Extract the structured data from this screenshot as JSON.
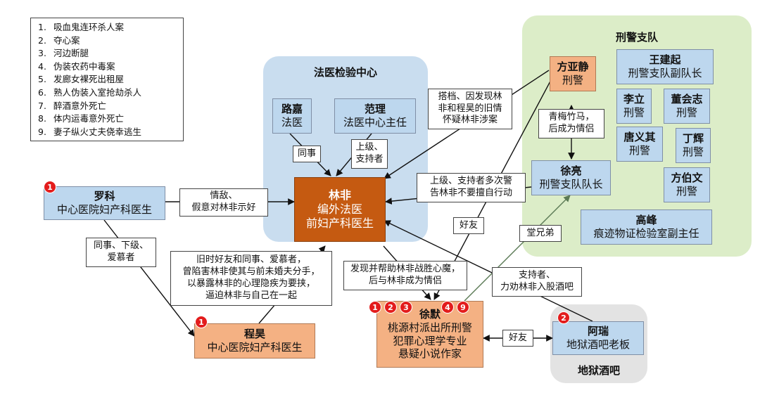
{
  "legend": [
    {
      "num": "1.",
      "text": "吸血鬼连环杀人案"
    },
    {
      "num": "2.",
      "text": "夺心案"
    },
    {
      "num": "3.",
      "text": "河边断腿"
    },
    {
      "num": "4.",
      "text": "伪装农药中毒案"
    },
    {
      "num": "5.",
      "text": "发廊女裸死出租屋"
    },
    {
      "num": "6.",
      "text": "熟人伪装入室抢劫杀人"
    },
    {
      "num": "7.",
      "text": "醉酒意外死亡"
    },
    {
      "num": "8.",
      "text": "体内运毒意外死亡"
    },
    {
      "num": "9.",
      "text": "妻子纵火丈夫侥幸逃生"
    }
  ],
  "regions": {
    "forensic": "法医检验中心",
    "police": "刑警支队",
    "bar": "地狱酒吧"
  },
  "nodes": {
    "linfei": {
      "name": "林非",
      "roles": [
        "编外法医",
        "前妇产科医生"
      ]
    },
    "lujia": {
      "name": "路嘉",
      "roles": [
        "法医"
      ]
    },
    "fanli": {
      "name": "范理",
      "roles": [
        "法医中心主任"
      ]
    },
    "luoke": {
      "name": "罗科",
      "roles": [
        "中心医院妇产科医生"
      ]
    },
    "chenghao": {
      "name": "程昊",
      "roles": [
        "中心医院妇产科医生"
      ]
    },
    "xumo": {
      "name": "徐默",
      "roles": [
        "桃源村派出所刑警",
        "犯罪心理学专业",
        "悬疑小说作家"
      ]
    },
    "arui": {
      "name": "阿瑞",
      "roles": [
        "地狱酒吧老板"
      ]
    },
    "fangyajing": {
      "name": "方亚静",
      "roles": [
        "刑警"
      ]
    },
    "xuliang": {
      "name": "徐亮",
      "roles": [
        "刑警支队队长"
      ]
    },
    "wangjianqi": {
      "name": "王建起",
      "roles": [
        "刑警支队副队长"
      ]
    },
    "lili": {
      "name": "李立",
      "roles": [
        "刑警"
      ]
    },
    "donghuizhi": {
      "name": "董会志",
      "roles": [
        "刑警"
      ]
    },
    "tangyiqi": {
      "name": "唐义其",
      "roles": [
        "刑警"
      ]
    },
    "dinghui": {
      "name": "丁辉",
      "roles": [
        "刑警"
      ]
    },
    "fangbowen": {
      "name": "方伯文",
      "roles": [
        "刑警"
      ]
    },
    "gaofeng": {
      "name": "高峰",
      "roles": [
        "痕迹物证检验室副主任"
      ]
    }
  },
  "badges": {
    "luoke": [
      "1"
    ],
    "chenghao": [
      "1"
    ],
    "arui": [
      "2"
    ],
    "xumo_left": [
      "1",
      "2",
      "3"
    ],
    "xumo_right": [
      "4",
      "9"
    ]
  },
  "relations": {
    "lujia_linfei": [
      "同事"
    ],
    "fanli_linfei": [
      "上级、",
      "支持者"
    ],
    "luoke_linfei": [
      "情敌、",
      "假意对林非示好"
    ],
    "luoke_chenghao": [
      "同事、下级、",
      "爱慕者"
    ],
    "chenghao_linfei": [
      "旧时好友和同事、爱慕者，",
      "曾陷害林非使其与前未婚夫分手，",
      "以暴露林非的心理隐疾为要挟，",
      "逼迫林非与自己在一起"
    ],
    "fangyajing_linfei": [
      "搭档、因发现林",
      "非和程昊的旧情",
      "怀疑林非涉案"
    ],
    "fangyajing_xuliang": [
      "青梅竹马，",
      "后成为情侣"
    ],
    "xuliang_linfei": [
      "上级、支持者多次警",
      "告林非不要擅自行动"
    ],
    "fangyajing_xumo": [
      "好友"
    ],
    "xumo_xuliang": [
      "堂兄弟"
    ],
    "xumo_linfei": [
      "发现并帮助林非战胜心魔，",
      "后与林非成为情侣"
    ],
    "arui_linfei": [
      "支持者、",
      "力劝林非入股酒吧"
    ],
    "xumo_arui": [
      "好友"
    ]
  }
}
